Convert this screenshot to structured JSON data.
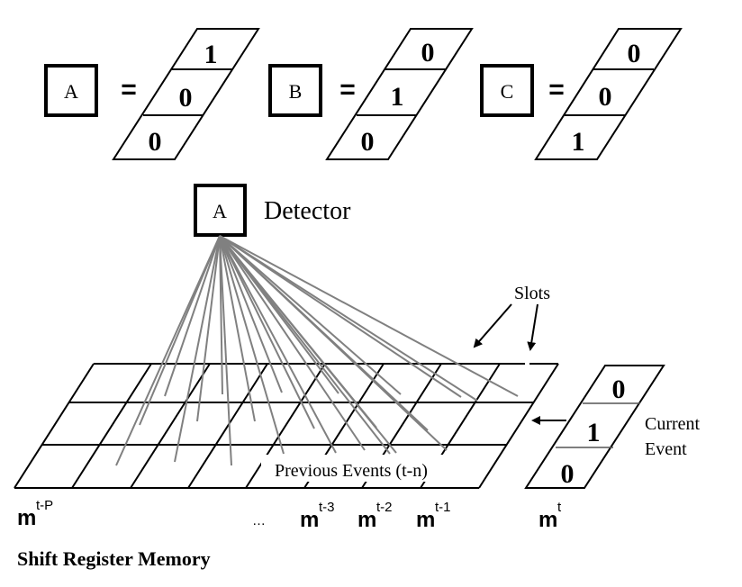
{
  "patterns": [
    {
      "label": "A",
      "equals": "=",
      "bits": [
        "1",
        "0",
        "0"
      ]
    },
    {
      "label": "B",
      "equals": "=",
      "bits": [
        "0",
        "1",
        "0"
      ]
    },
    {
      "label": "C",
      "equals": "=",
      "bits": [
        "0",
        "0",
        "1"
      ]
    }
  ],
  "detector": {
    "box_label": "A",
    "caption": "Detector"
  },
  "slots_label": "Slots",
  "previous_events_label": "Previous Events (t-n)",
  "current_event": {
    "bits": [
      "0",
      "1",
      "0"
    ],
    "caption_line1": "Current",
    "caption_line2": "Event"
  },
  "memory_labels": [
    {
      "base": "m",
      "sup": "t-P"
    },
    {
      "base": "m",
      "sup": "t-3"
    },
    {
      "base": "m",
      "sup": "t-2"
    },
    {
      "base": "m",
      "sup": "t-1"
    },
    {
      "base": "m",
      "sup": "t"
    }
  ],
  "ellipsis": "…",
  "title": "Shift Register Memory",
  "colors": {
    "ink": "#000000",
    "fan": "#808080",
    "background": "#ffffff"
  }
}
